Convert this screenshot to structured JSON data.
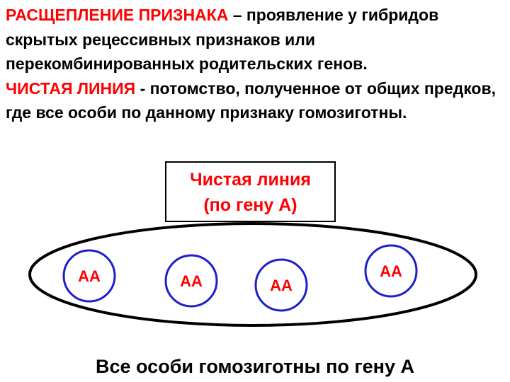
{
  "definitions": [
    {
      "term": "РАСЩЕПЛЕНИЕ ПРИЗНАКА",
      "text": " – проявление у гибридов скрытых рецессивных признаков  или перекомбинированных родительских генов."
    },
    {
      "term": "ЧИСТАЯ ЛИНИЯ",
      "text": " -  потомство, полученное от общих предков, где все особи по данному признаку гомозиготны."
    }
  ],
  "label_box": {
    "line1": "Чистая линия",
    "line2": "(по гену А)"
  },
  "individuals": [
    {
      "genotype": "АА"
    },
    {
      "genotype": "АА"
    },
    {
      "genotype": "АА"
    },
    {
      "genotype": "АА"
    }
  ],
  "conclusion": "Все особи гомозиготны по гену А",
  "colors": {
    "term": "#ff0000",
    "text": "#000000",
    "circle_stroke": "#1e1ecc",
    "genotype": "#ff0000",
    "ellipse_stroke": "#000000"
  }
}
